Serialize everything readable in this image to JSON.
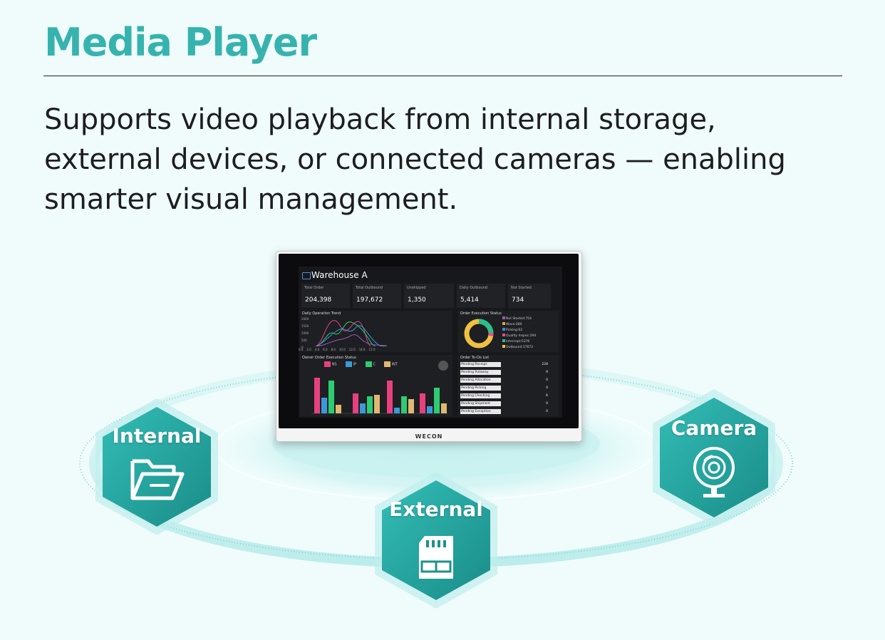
{
  "header": {
    "title": "Media Player",
    "description": "Supports video playback from internal storage, external devices, or connected cameras — enabling smarter visual management."
  },
  "colors": {
    "accent": "#36b3ae",
    "hex_dark": "#1e8e8a",
    "hex_light": "#3fc7c0"
  },
  "sources": [
    {
      "label": "Internal",
      "icon": "folder-icon"
    },
    {
      "label": "External",
      "icon": "sd-card-icon"
    },
    {
      "label": "Camera",
      "icon": "webcam-icon"
    }
  ],
  "device": {
    "brand": "WECON",
    "dashboard": {
      "title": "Warehouse A",
      "kpis": [
        {
          "label": "Total Order",
          "value": "204,398"
        },
        {
          "label": "Total Outbound",
          "value": "197,672"
        },
        {
          "label": "Unshipped",
          "value": "1,350"
        },
        {
          "label": "Daily Outbound",
          "value": "5,414"
        },
        {
          "label": "Not Started",
          "value": "734"
        }
      ],
      "trend": {
        "title": "Daily Operation Trend",
        "y_ticks": [
          "2000",
          "1500",
          "1000",
          "500",
          "0"
        ],
        "x_ticks": [
          "0.0",
          "2.0",
          "4.0",
          "6.0",
          "8.0",
          "10.0",
          "12.0",
          "14.0",
          "17.0"
        ]
      },
      "status": {
        "title": "Order Execution Status",
        "items": [
          {
            "label": "Not Started:754",
            "color": "#9b59b6"
          },
          {
            "label": "Wave:280",
            "color": "#e8a33c"
          },
          {
            "label": "Picking:62",
            "color": "#3a8fd6"
          },
          {
            "label": "Quality Inspec:294",
            "color": "#e84a8a"
          },
          {
            "label": "Intercept:5376",
            "color": "#2bbf8a"
          },
          {
            "label": "Outbound:17672",
            "color": "#f0c040"
          }
        ]
      },
      "owner": {
        "title": "Owner Order Execution Status",
        "legend": [
          {
            "label": "NS",
            "color": "#e8407f"
          },
          {
            "label": "IP",
            "color": "#3a9ad9"
          },
          {
            "label": "C",
            "color": "#2ecc71"
          },
          {
            "label": "INT",
            "color": "#e0b870"
          }
        ]
      },
      "todo": {
        "title": "Order To-Do List",
        "rows": [
          {
            "label": "Pending Receipt",
            "value": "228"
          },
          {
            "label": "Pending Putaway",
            "value": "9"
          },
          {
            "label": "Pending Allocation",
            "value": "0"
          },
          {
            "label": "Pending Picking",
            "value": "0"
          },
          {
            "label": "Pending Checking",
            "value": "6"
          },
          {
            "label": "Pending Shipment",
            "value": "0"
          },
          {
            "label": "Pending Exception",
            "value": "0"
          }
        ]
      }
    }
  }
}
